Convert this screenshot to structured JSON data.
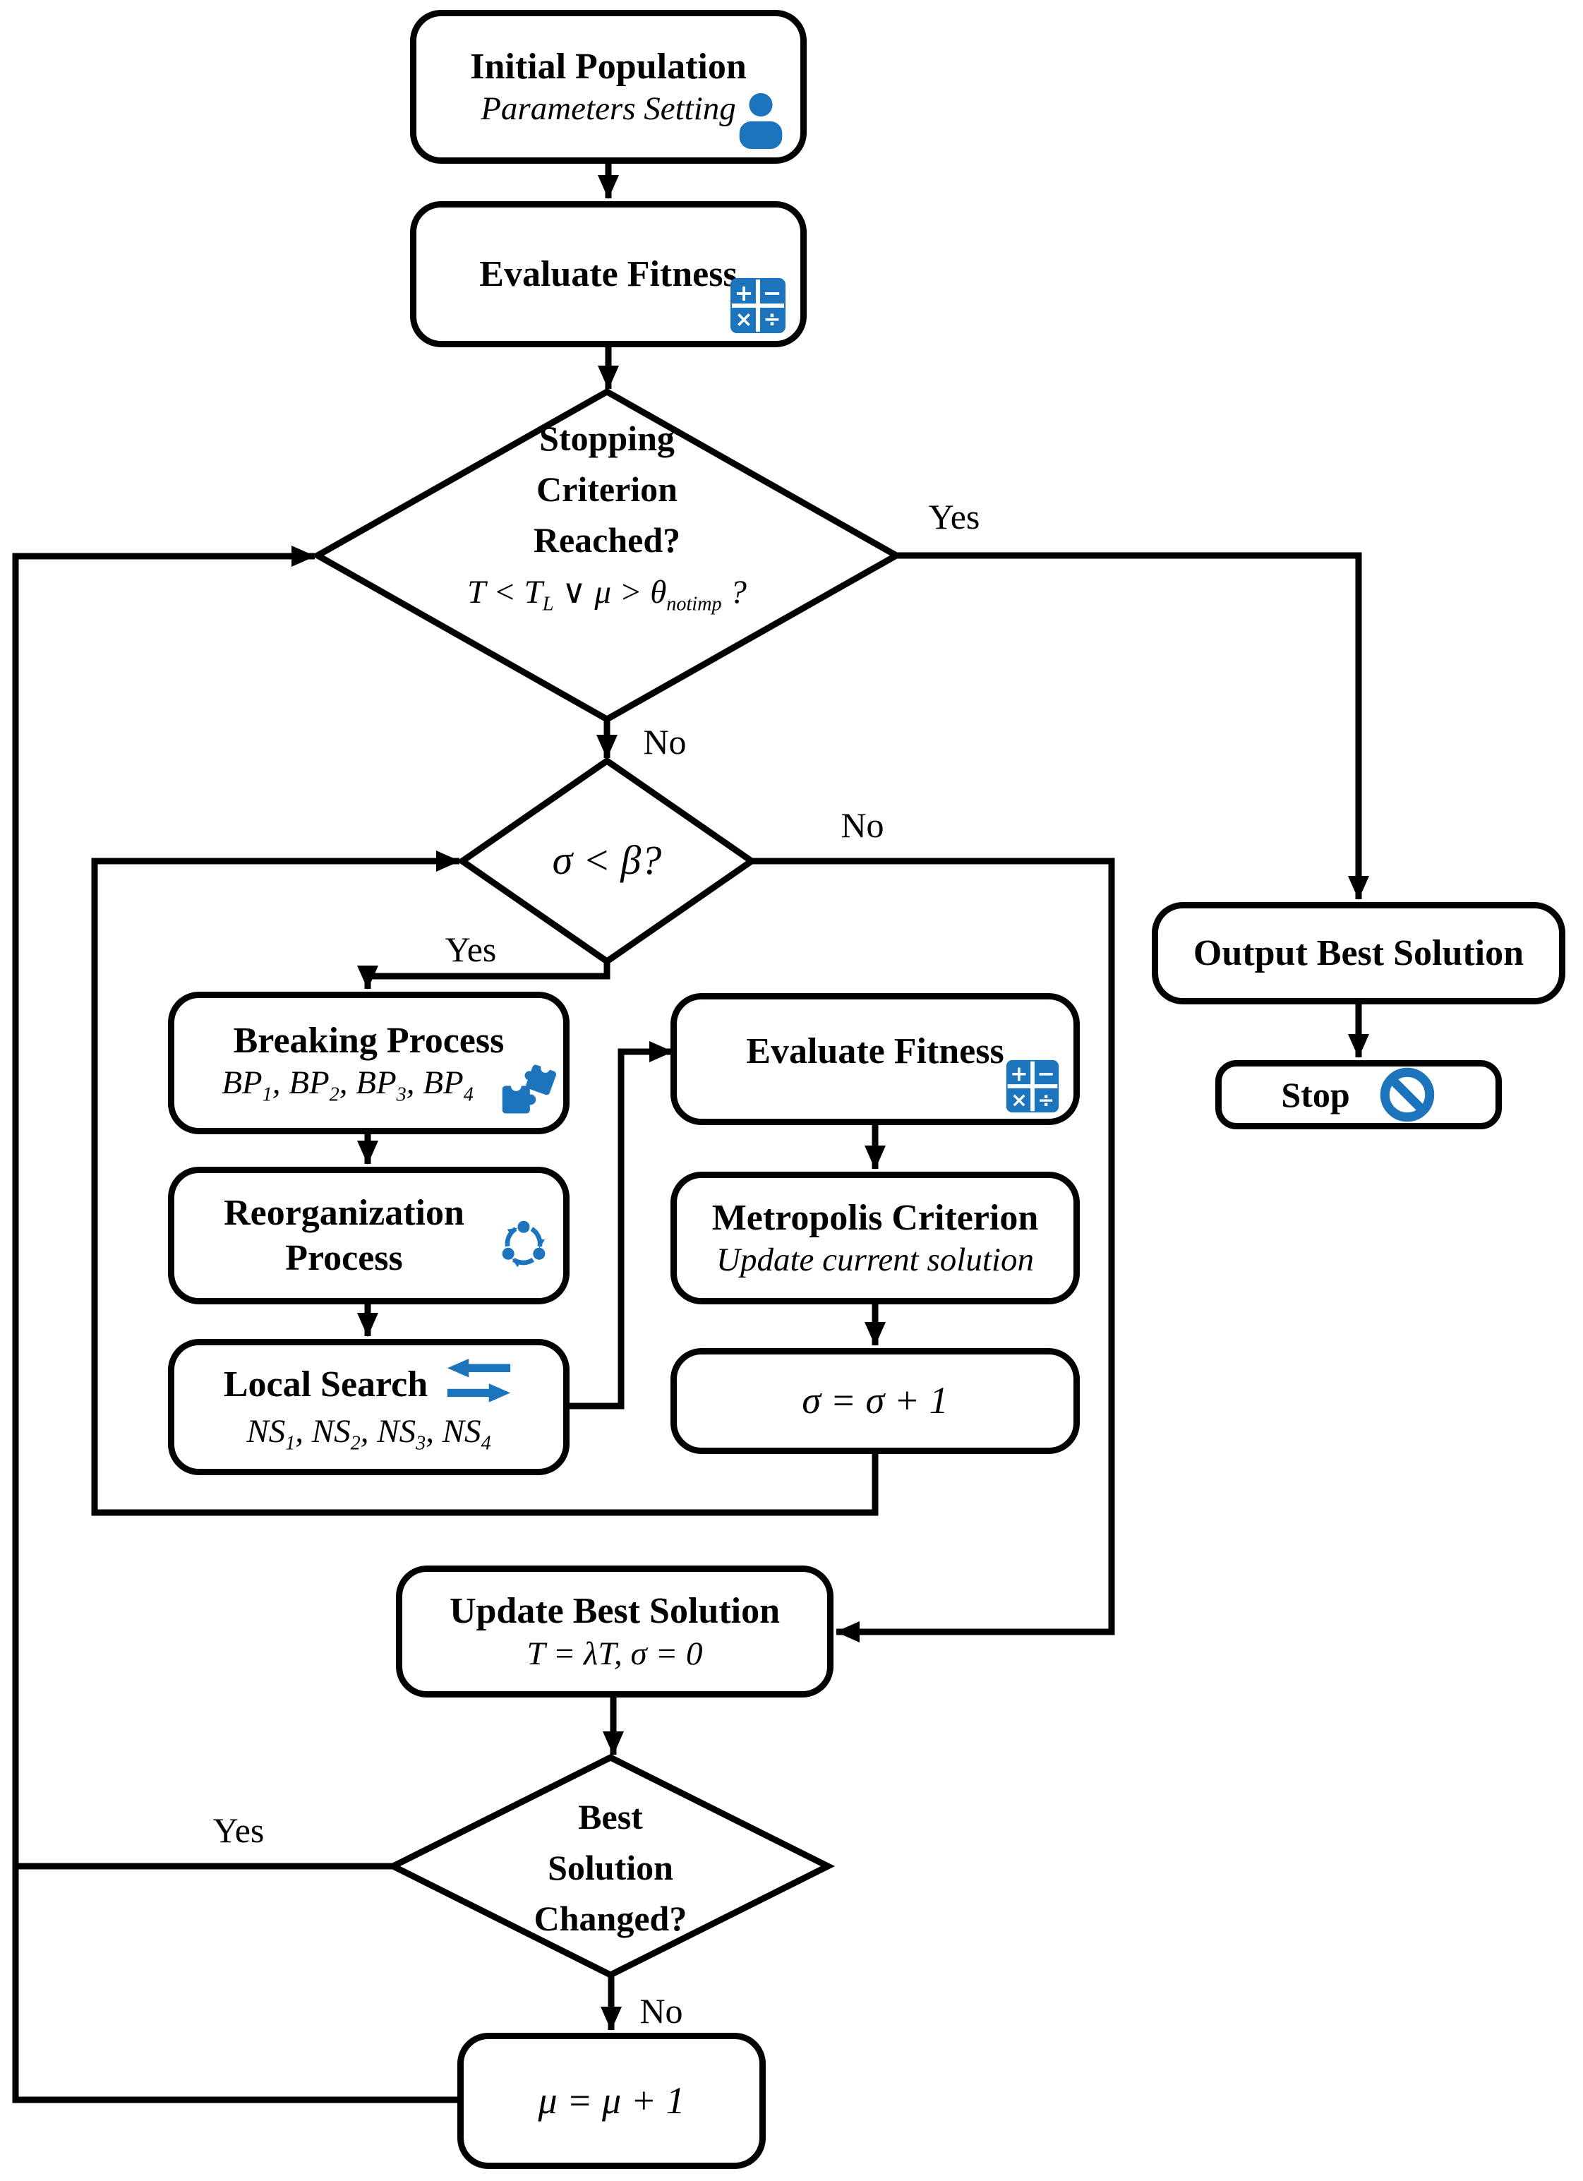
{
  "colors": {
    "accent": "#1c75bc",
    "line": "#000000",
    "background": "#ffffff"
  },
  "nodes": {
    "initial_population": {
      "title": "Initial Population",
      "subtitle": "Parameters Setting",
      "icon": "person-icon"
    },
    "evaluate_fitness_top": {
      "title": "Evaluate Fitness",
      "icon": "calculator-icon"
    },
    "stopping_criterion": {
      "line1": "Stopping",
      "line2": "Criterion",
      "line3": "Reached?",
      "formula": [
        "T < T",
        "L",
        " ∨ μ > θ",
        "notimp",
        " ?"
      ]
    },
    "output_best_solution": {
      "title": "Output Best Solution"
    },
    "stop": {
      "title": "Stop",
      "icon": "prohibition-icon"
    },
    "sigma_beta_check": {
      "formula": "σ < β?"
    },
    "breaking_process": {
      "title": "Breaking Process",
      "formula": [
        [
          "BP",
          "1"
        ],
        [
          ", BP",
          "2"
        ],
        [
          ", BP",
          "3"
        ],
        [
          ", BP",
          "4"
        ]
      ],
      "icon": "puzzle-icon"
    },
    "reorganization_process": {
      "title_line1": "Reorganization",
      "title_line2": "Process",
      "icon": "cycle-icon"
    },
    "local_search": {
      "title": "Local Search",
      "formula": [
        [
          "NS",
          "1"
        ],
        [
          ", NS",
          "2"
        ],
        [
          ", NS",
          "3"
        ],
        [
          ", NS",
          "4"
        ]
      ],
      "icon": "swap-arrows-icon"
    },
    "evaluate_fitness_inner": {
      "title": "Evaluate Fitness",
      "icon": "calculator-icon"
    },
    "metropolis_criterion": {
      "title": "Metropolis Criterion",
      "subtitle": "Update current solution"
    },
    "sigma_increment": {
      "formula": "σ = σ + 1"
    },
    "update_best_solution": {
      "title": "Update Best Solution",
      "formula": "T = λT, σ = 0"
    },
    "best_solution_changed": {
      "line1": "Best",
      "line2": "Solution",
      "line3": "Changed?"
    },
    "mu_increment": {
      "formula": "μ = μ + 1"
    }
  },
  "edge_labels": {
    "stopping_yes": "Yes",
    "stopping_no": "No",
    "sigma_no": "No",
    "sigma_yes": "Yes",
    "best_yes": "Yes",
    "best_no": "No"
  }
}
